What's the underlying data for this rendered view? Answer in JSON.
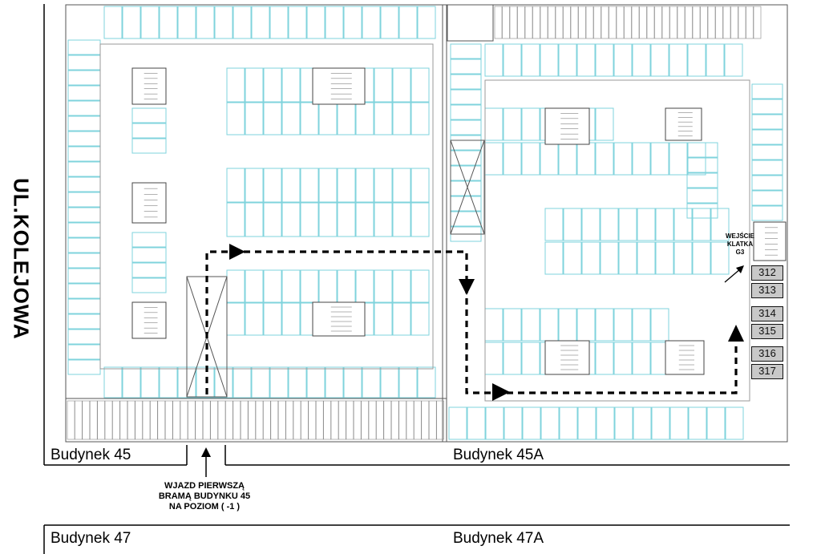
{
  "street": "UL.KOLEJOWA",
  "buildings": {
    "b45": "Budynek 45",
    "b45a": "Budynek 45A",
    "b47": "Budynek 47",
    "b47a": "Budynek 47A"
  },
  "entry_note": [
    "WJAZD PIERWSZĄ",
    "BRAMĄ BUDYNKU 45",
    "NA POZIOM ( -1 )"
  ],
  "gate_label": [
    "WEJŚCIE",
    "KLATKA",
    "G3"
  ],
  "spots": [
    "312",
    "313",
    "314",
    "315",
    "316",
    "317"
  ],
  "colors": {
    "walls": "#555555",
    "parking_lines": "#7fd3dc",
    "route": "#000000",
    "spot_fill": "#c8c8c8"
  },
  "icons": [
    "arrow-right-icon",
    "arrow-down-icon",
    "arrow-up-icon",
    "arrow-diagonal-icon",
    "entry-arrow-icon"
  ]
}
